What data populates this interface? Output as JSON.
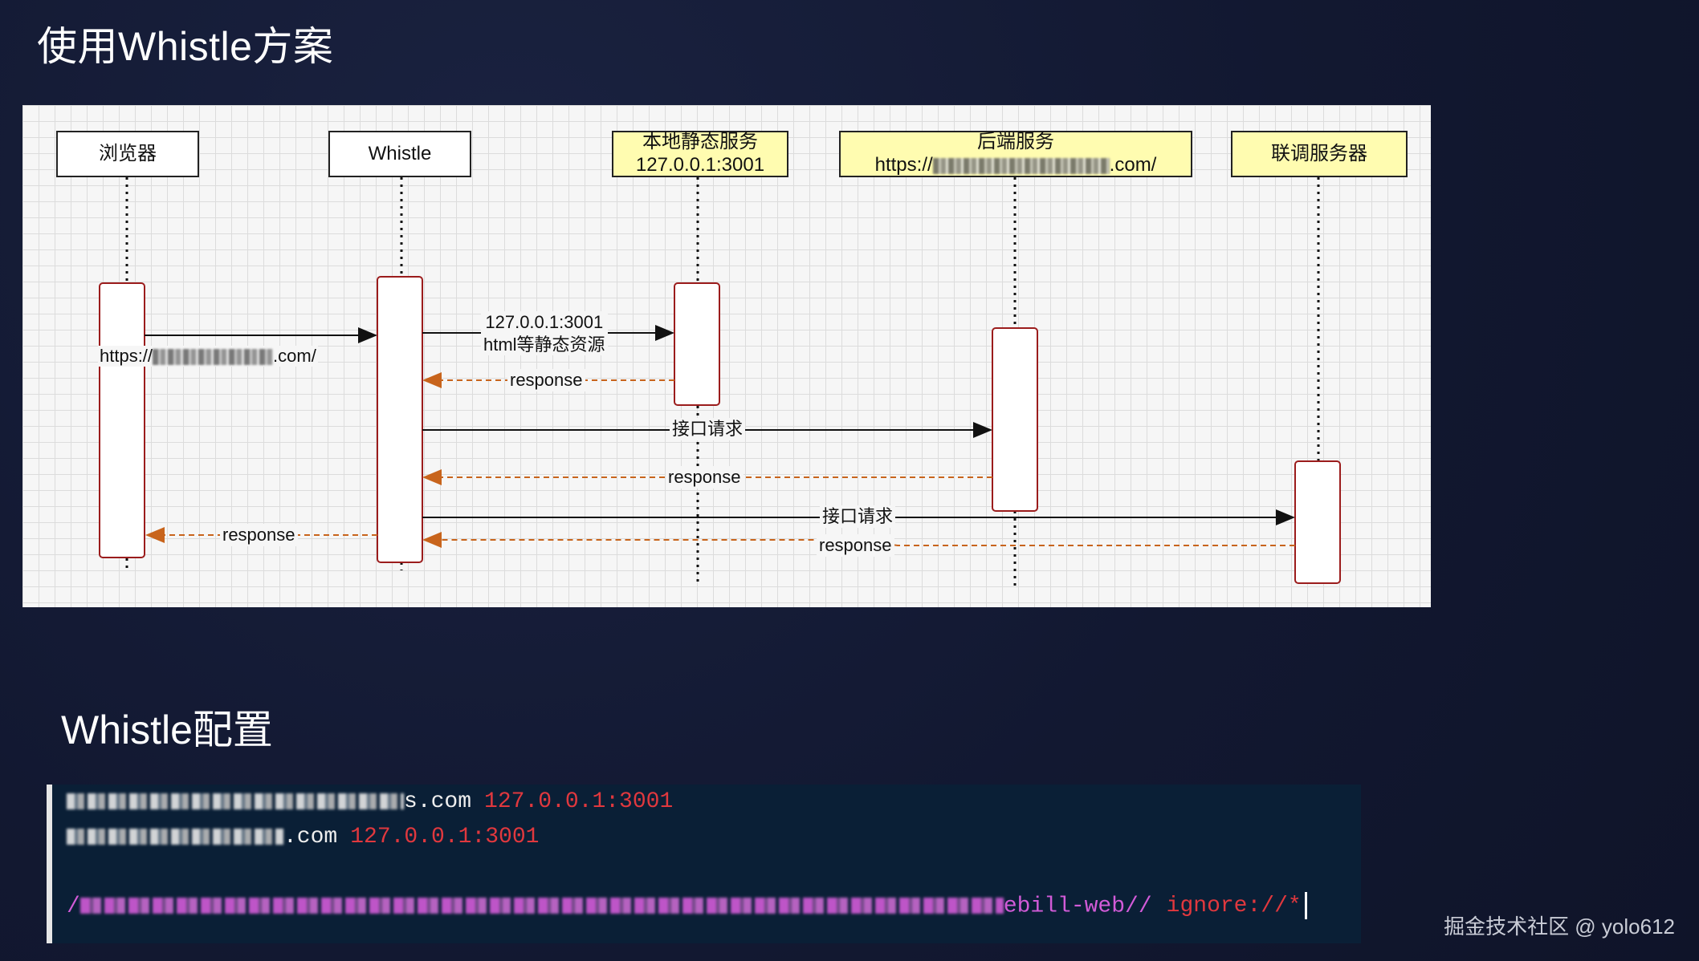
{
  "slide": {
    "title": "使用Whistle方案",
    "config_title": "Whistle配置",
    "watermark": "掘金技术社区 @ yolo612"
  },
  "diagram": {
    "actors": [
      {
        "id": "browser",
        "label": "浏览器"
      },
      {
        "id": "whistle",
        "label": "Whistle"
      },
      {
        "id": "local",
        "label": "本地静态服务",
        "sub": "127.0.0.1:3001"
      },
      {
        "id": "backend",
        "label": "后端服务",
        "sub_prefix": "https://",
        "sub_suffix": ".com/"
      },
      {
        "id": "joint",
        "label": "联调服务器"
      }
    ],
    "messages": {
      "browser_url_prefix": "https://",
      "browser_url_suffix": ".com/",
      "static_line1": "127.0.0.1:3001",
      "static_line2": "html等静态资源",
      "response": "response",
      "api_request": "接口请求"
    },
    "colors": {
      "request": "#111111",
      "response": "#c8641c",
      "activation": "#9b1c1c"
    }
  },
  "code": {
    "line1_suffix": "s.com",
    "line1_ip": "127.0.0.1:3001",
    "line2_suffix": ".com",
    "line2_ip": "127.0.0.1:3001",
    "line3_prefix": "/",
    "line3_suffix": "ebill-web//",
    "line3_rule": "ignore://*"
  }
}
